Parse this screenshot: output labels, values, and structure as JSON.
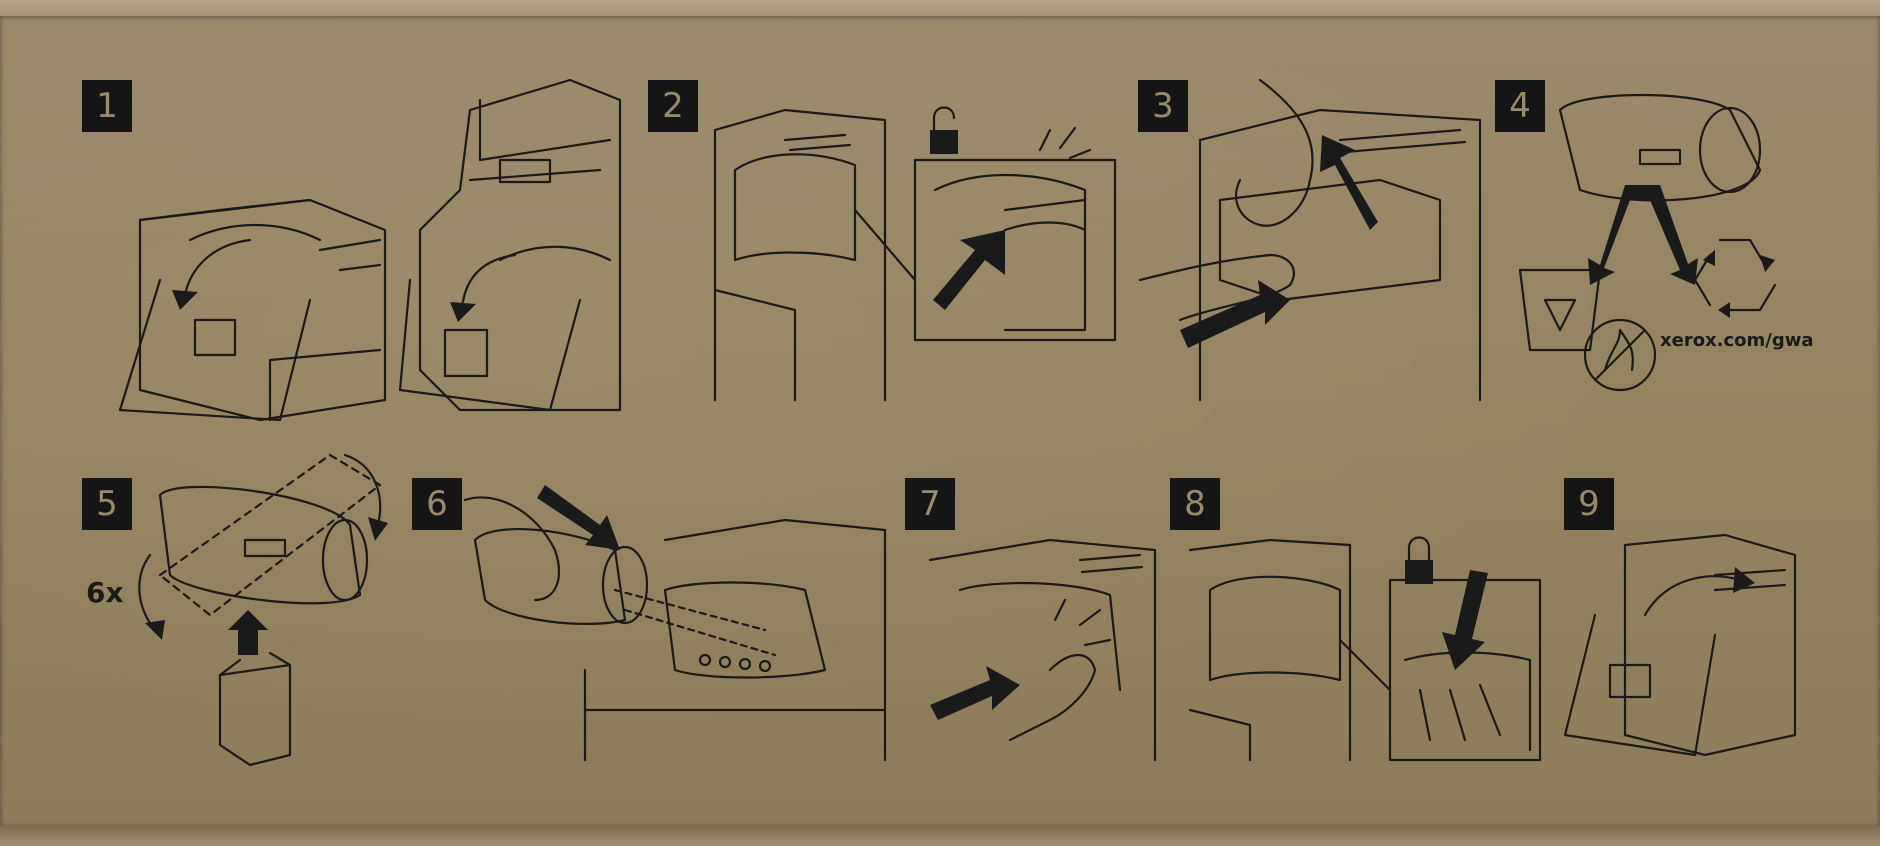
{
  "steps": [
    {
      "number": "1"
    },
    {
      "number": "2"
    },
    {
      "number": "3"
    },
    {
      "number": "4"
    },
    {
      "number": "5"
    },
    {
      "number": "6"
    },
    {
      "number": "7"
    },
    {
      "number": "8"
    },
    {
      "number": "9"
    }
  ],
  "recycling_url": "xerox.com/gwa",
  "shake_count": "6x",
  "colors": {
    "cardboard": "#94835f",
    "ink": "#1a1a1a"
  }
}
